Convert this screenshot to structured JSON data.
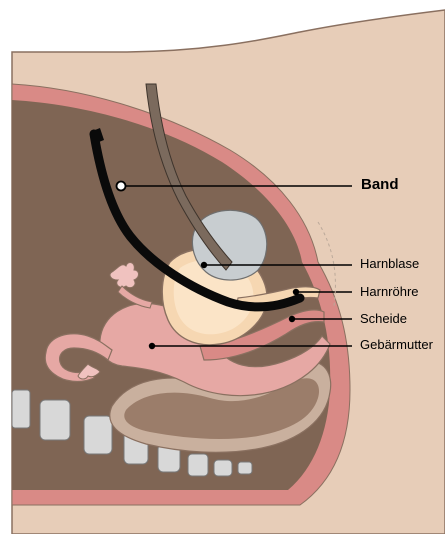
{
  "labels": {
    "band": "Band",
    "harnblase": "Harnblase",
    "harnroehre": "Harnröhre",
    "scheide": "Scheide",
    "gebaermutter": "Gebärmutter"
  },
  "colors": {
    "skin": "#e7cdb8",
    "skin_outline": "#8a7060",
    "muscle_rim": "#d98a86",
    "body_cavity": "#7f6554",
    "bladder": "#c8cdd0",
    "organ_pink": "#e6a8a4",
    "organ_cream": "#f6d7b2",
    "bowel": "#c9b09e",
    "bowel_inner": "#9b7d6a",
    "bone": "#d8d8d8",
    "band": "#0a0a0a",
    "instrument": "#7b6a5d"
  },
  "icons": {
    "band_marker": "circle-marker"
  }
}
